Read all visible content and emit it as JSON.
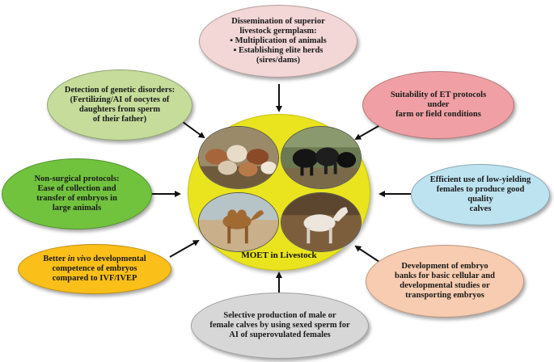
{
  "diagram": {
    "center_label": "MOET in Livestock",
    "colors": {
      "center": "#e9e41e",
      "top": "#f3d6d6",
      "top_right": "#f0a0a4",
      "right": "#bde3f0",
      "bottom_right": "#f8ccb0",
      "bottom": "#d7d7d7",
      "bottom_left": "#fbbf1a",
      "left": "#71c33e",
      "top_left": "#c5dc9a",
      "arrow": "#111111"
    },
    "photos": [
      {
        "subject": "cattle-herd"
      },
      {
        "subject": "black-cattle"
      },
      {
        "subject": "camel"
      },
      {
        "subject": "white-horse"
      }
    ],
    "nodes": {
      "top": {
        "lines": [
          "Dissemination of superior",
          "livestock germplasm:"
        ],
        "bullets": [
          "Multiplication of animals",
          "Establishing elite herds (sires/dams)"
        ]
      },
      "top_right": {
        "lines": [
          "Suitability of ET protocols",
          "under",
          "farm or field conditions"
        ]
      },
      "right": {
        "lines": [
          "Efficient use of low-yielding",
          "females to produce good quality",
          "calves"
        ]
      },
      "bottom_right": {
        "lines": [
          "Development of embryo",
          "banks for basic cellular  and",
          "developmental studies or",
          "transporting embryos"
        ]
      },
      "bottom": {
        "lines": [
          "Selective production of male  or",
          "female calves by using sexed sperm for",
          "AI  of superovulated females"
        ]
      },
      "bottom_left": {
        "line1_pre": "Better ",
        "line1_em": "in vivo",
        "line1_post": " developmental",
        "lines": [
          "competence of embryos",
          "compared to IVF/IVEP"
        ]
      },
      "left": {
        "lines": [
          "Non-surgical protocols:",
          "Ease of collection and",
          "transfer of embryos in",
          "large animals"
        ]
      },
      "top_left": {
        "lines": [
          "Detection of genetic disorders:",
          "(Fertilizing/AI of oocytes of",
          "daughters from sperm",
          "of their father)"
        ]
      }
    }
  }
}
